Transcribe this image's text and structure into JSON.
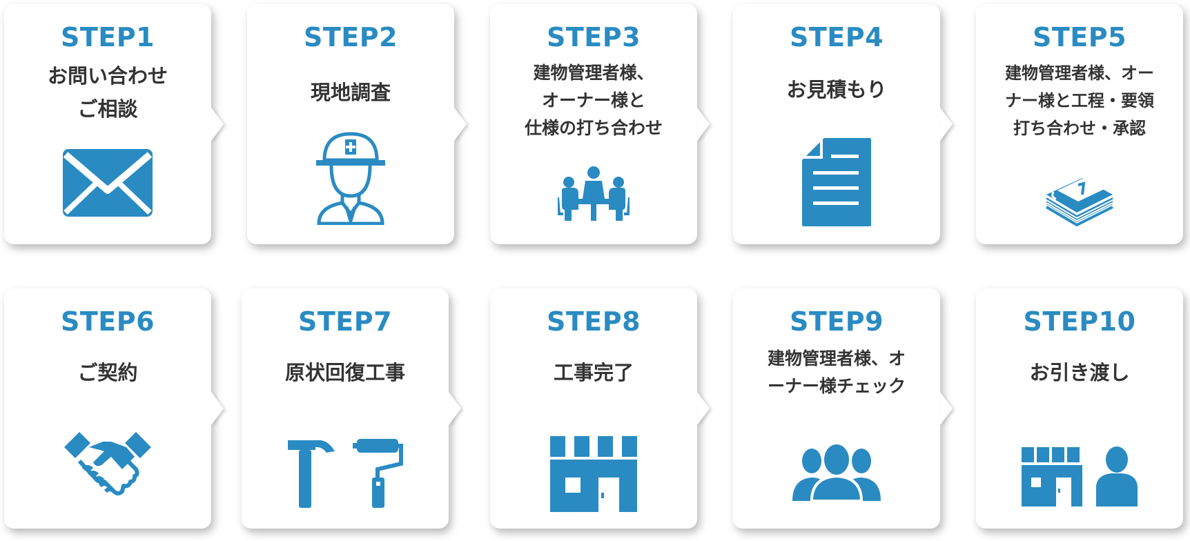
{
  "steps": [
    {
      "label": "STEP1",
      "title": "お問い合わせ\nご相談",
      "icon": "envelope-icon"
    },
    {
      "label": "STEP2",
      "title": "現地調査",
      "icon": "hardhat-worker-icon"
    },
    {
      "label": "STEP3",
      "title": "建物管理者様、\nオーナー様と\n仕様の打ち合わせ",
      "icon": "meeting-icon"
    },
    {
      "label": "STEP4",
      "title": "お見積もり",
      "icon": "document-icon"
    },
    {
      "label": "STEP5",
      "title": "建物管理者様、オー\nナー様と工程・要領\n打ち合わせ・承認",
      "icon": "calendar-icon"
    },
    {
      "label": "STEP6",
      "title": "ご契約",
      "icon": "handshake-icon"
    },
    {
      "label": "STEP7",
      "title": "原状回復工事",
      "icon": "hammer-roller-icon"
    },
    {
      "label": "STEP8",
      "title": "工事完了",
      "icon": "building-icon"
    },
    {
      "label": "STEP9",
      "title": "建物管理者様、オ\nーナー様チェック",
      "icon": "group-icon"
    },
    {
      "label": "STEP10",
      "title": "お引き渡し",
      "icon": "store-person-icon"
    }
  ],
  "colors": {
    "accent": "#2a8bc2",
    "text": "#333333",
    "card": "#ffffff"
  }
}
